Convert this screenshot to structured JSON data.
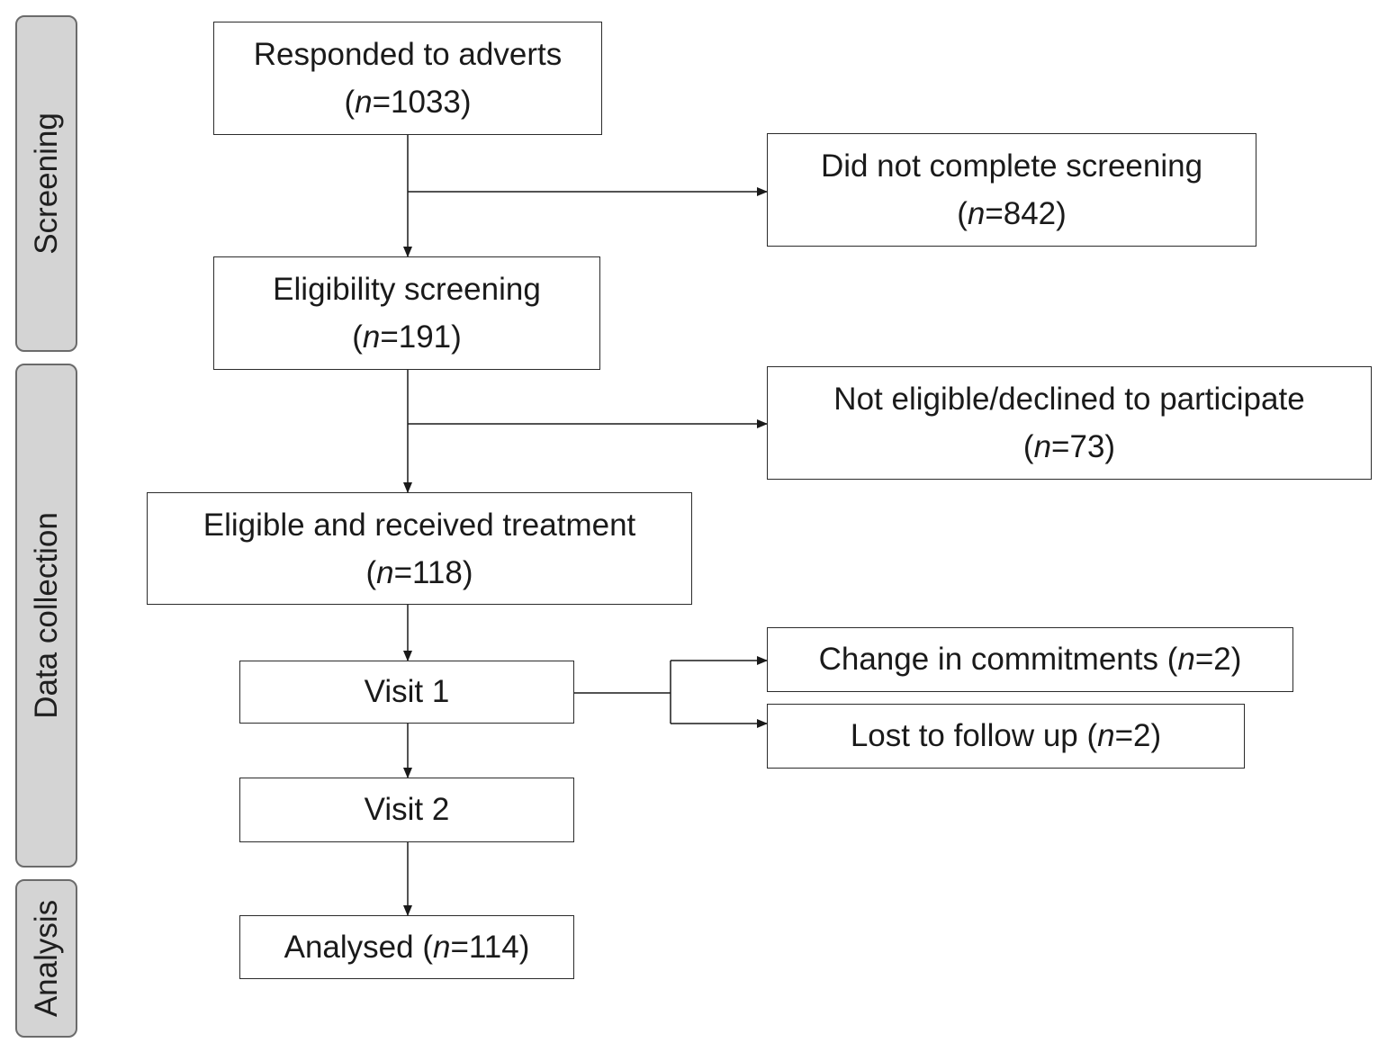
{
  "phases": {
    "screening": "Screening",
    "data_collection": "Data collection",
    "analysis": "Analysis"
  },
  "boxes": {
    "responded": {
      "label": "Responded to adverts",
      "n_open": "(",
      "n_sym": "n",
      "n_value": "=1033)"
    },
    "did_not_complete": {
      "label": "Did not complete screening",
      "n_open": "(",
      "n_sym": "n",
      "n_value": "=842)"
    },
    "eligibility": {
      "label": "Eligibility screening",
      "n_open": "(",
      "n_sym": "n",
      "n_value": "=191)"
    },
    "not_eligible": {
      "label": "Not eligible/declined to participate",
      "n_open": "(",
      "n_sym": "n",
      "n_value": "=73)"
    },
    "eligible_treated": {
      "label": "Eligible and received treatment",
      "n_open": "(",
      "n_sym": "n",
      "n_value": "=118)"
    },
    "visit1": {
      "label": "Visit 1"
    },
    "change_commitments": {
      "label": "Change in commitments (",
      "n_sym": "n",
      "n_value": "=2)"
    },
    "lost_follow_up": {
      "label": "Lost to follow up (",
      "n_sym": "n",
      "n_value": "=2)"
    },
    "visit2": {
      "label": "Visit 2"
    },
    "analysed": {
      "label": "Analysed (",
      "n_sym": "n",
      "n_value": "=114)"
    }
  }
}
